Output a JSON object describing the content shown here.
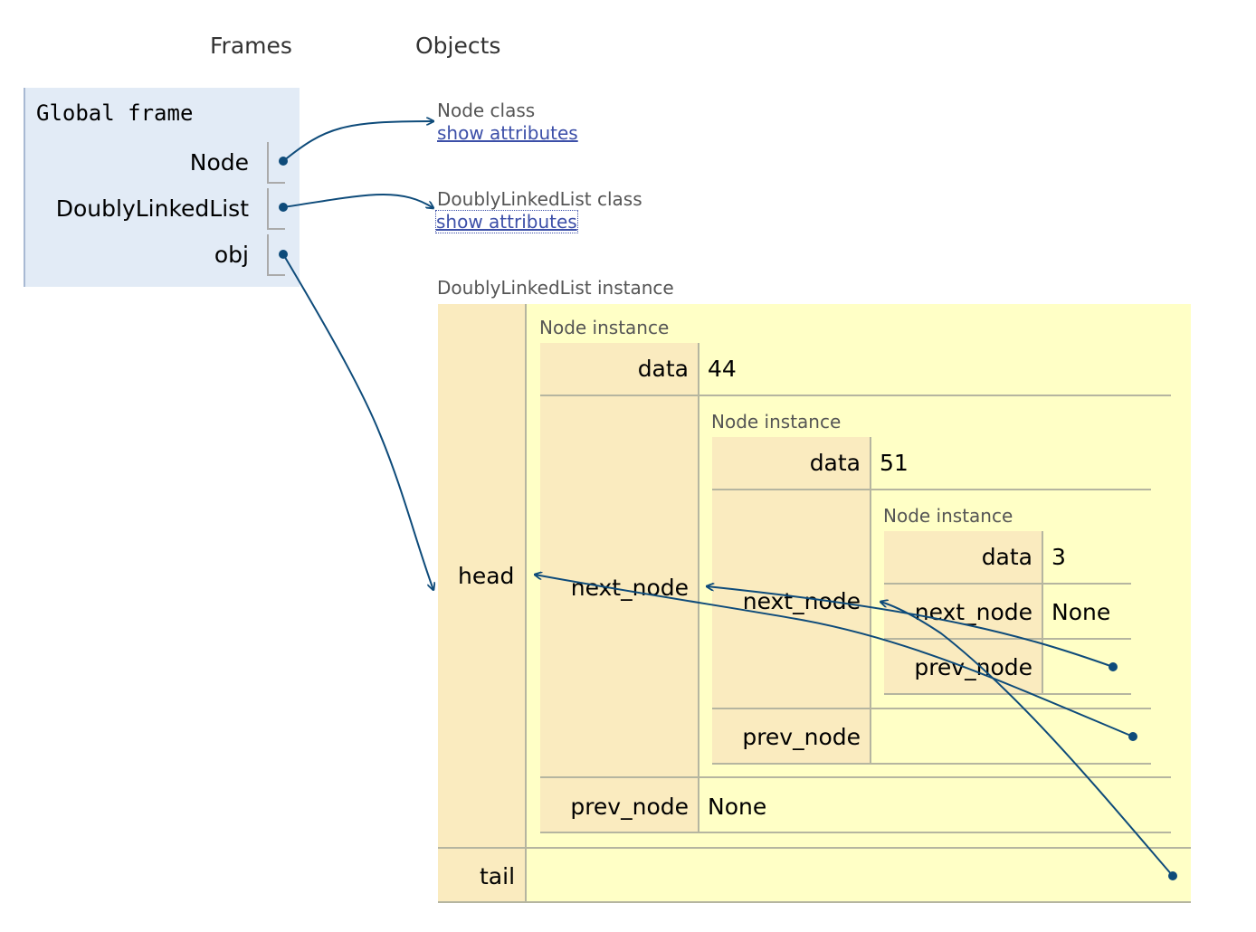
{
  "headers": {
    "frames": "Frames",
    "objects": "Objects"
  },
  "global_frame": {
    "title": "Global frame",
    "vars": [
      "Node",
      "DoublyLinkedList",
      "obj"
    ]
  },
  "node_class": {
    "label": "Node class",
    "link": "show attributes"
  },
  "dll_class": {
    "label": "DoublyLinkedList class",
    "link": "show attributes"
  },
  "dll_instance": {
    "label": "DoublyLinkedList instance",
    "head_key": "head",
    "tail_key": "tail"
  },
  "node1": {
    "label": "Node instance",
    "data_key": "data",
    "data_val": "44",
    "next_key": "next_node",
    "prev_key": "prev_node",
    "prev_val": "None"
  },
  "node2": {
    "label": "Node instance",
    "data_key": "data",
    "data_val": "51",
    "next_key": "next_node",
    "prev_key": "prev_node"
  },
  "node3": {
    "label": "Node instance",
    "data_key": "data",
    "data_val": "3",
    "next_key": "next_node",
    "next_val": "None",
    "prev_key": "prev_node"
  },
  "colors": {
    "arrow": "#0e4b7a",
    "frame_bg": "#e2ebf6",
    "instance_bg": "#ffffc6",
    "key_bg": "#faebbf"
  }
}
